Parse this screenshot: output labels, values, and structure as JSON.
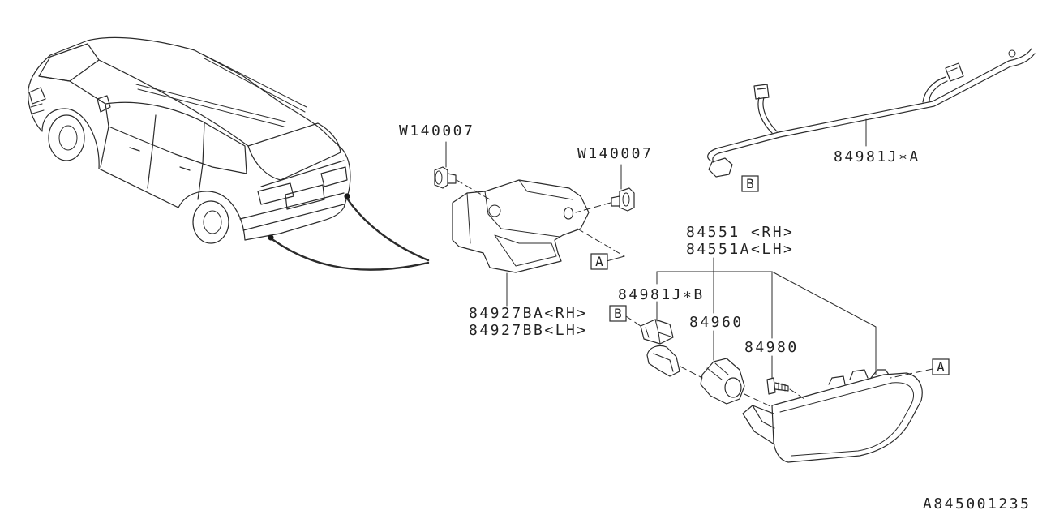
{
  "diagram": {
    "callouts": {
      "bolt_upper_left": "W140007",
      "bolt_right": "W140007",
      "harness_main": "84981J∗A",
      "lamp_rh": "84551 <RH>",
      "lamp_lh": "84551A<LH>",
      "harness_connector": "84981J∗B",
      "bracket_rh": "84927BA<RH>",
      "bracket_lh": "84927BB<LH>",
      "bulb_socket": "84960",
      "screw": "84980"
    },
    "reference_marks": {
      "b_harness": "B",
      "a_bracket": "A",
      "b_connector": "B",
      "a_lamp": "A"
    },
    "illustration_code": "A845001235"
  }
}
